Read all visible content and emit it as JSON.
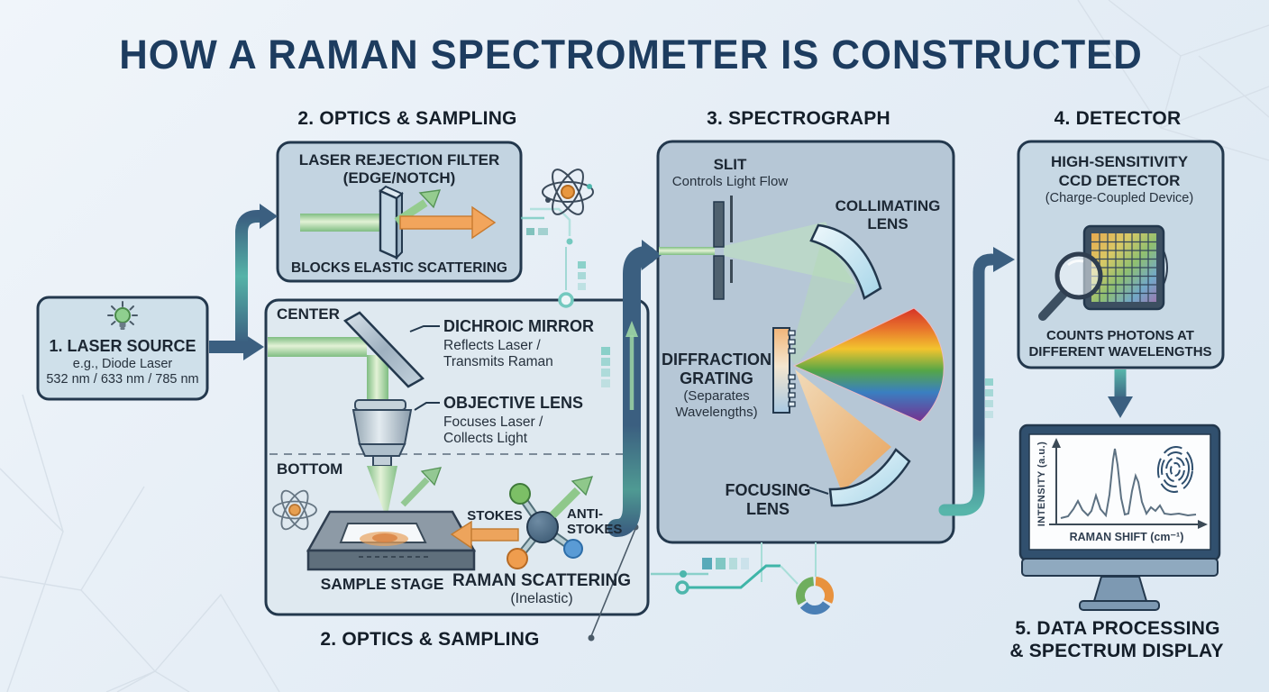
{
  "title": "HOW A RAMAN SPECTROMETER IS CONSTRUCTED",
  "headings": {
    "optics_top": "2. OPTICS & SAMPLING",
    "spectrograph": "3. SPECTROGRAPH",
    "detector": "4. DETECTOR",
    "optics_bottom": "2. OPTICS & SAMPLING",
    "display_line1": "5. DATA PROCESSING",
    "display_line2": "& SPECTRUM DISPLAY"
  },
  "laser_source": {
    "icon": "lightbulb-icon",
    "title": "1. LASER SOURCE",
    "subtitle": "e.g., Diode Laser",
    "wavelengths": "532 nm / 633 nm / 785 nm"
  },
  "rejection_filter": {
    "title_line1": "LASER REJECTION FILTER",
    "title_line2": "(EDGE/NOTCH)",
    "caption": "BLOCKS ELASTIC SCATTERING"
  },
  "optics_box": {
    "center_label": "CENTER",
    "bottom_label": "BOTTOM",
    "dichroic": {
      "title": "DICHROIC MIRROR",
      "line1": "Reflects Laser /",
      "line2": "Transmits Raman"
    },
    "objective": {
      "title": "OBJECTIVE LENS",
      "line1": "Focuses Laser /",
      "line2": "Collects Light"
    },
    "sample_stage": "SAMPLE STAGE",
    "stokes": "STOKES",
    "anti_stokes_line1": "ANTI-",
    "anti_stokes_line2": "STOKES",
    "raman": "RAMAN SCATTERING",
    "raman_sub": "(Inelastic)"
  },
  "spectrograph": {
    "slit_title": "SLIT",
    "slit_desc": "Controls Light Flow",
    "collimating_line1": "COLLIMATING",
    "collimating_line2": "LENS",
    "grating_line1": "DIFFRACTION",
    "grating_line2": "GRATING",
    "grating_sub1": "(Separates",
    "grating_sub2": "Wavelengths)",
    "focusing_line1": "FOCUSING",
    "focusing_line2": "LENS"
  },
  "detector": {
    "title_line1": "HIGH-SENSITIVITY",
    "title_line2": "CCD DETECTOR",
    "subtitle": "(Charge-Coupled Device)",
    "caption_line1": "COUNTS PHOTONS AT",
    "caption_line2": "DIFFERENT WAVELENGTHS"
  },
  "display": {
    "y_axis": "INTENSITY (a.u.)",
    "x_axis": "RAMAN SHIFT (cm⁻¹)"
  },
  "icons": {
    "laser_source": "lightbulb-icon",
    "near_filter": "atom-icon",
    "optics_bottom": "atom-icon",
    "detector_zoom": "magnifier-icon",
    "spectrum_id": "fingerprint-icon",
    "bottom_decor": "donut-chart-icon"
  },
  "colors": {
    "title_navy": "#1d3c5f",
    "box_border": "#23384d",
    "laser_green": "#8fc78f",
    "stokes_orange": "#ef9d4e",
    "flow_arrow_blue": "#3b5f80",
    "circuit_teal": "#5fb8ac"
  }
}
